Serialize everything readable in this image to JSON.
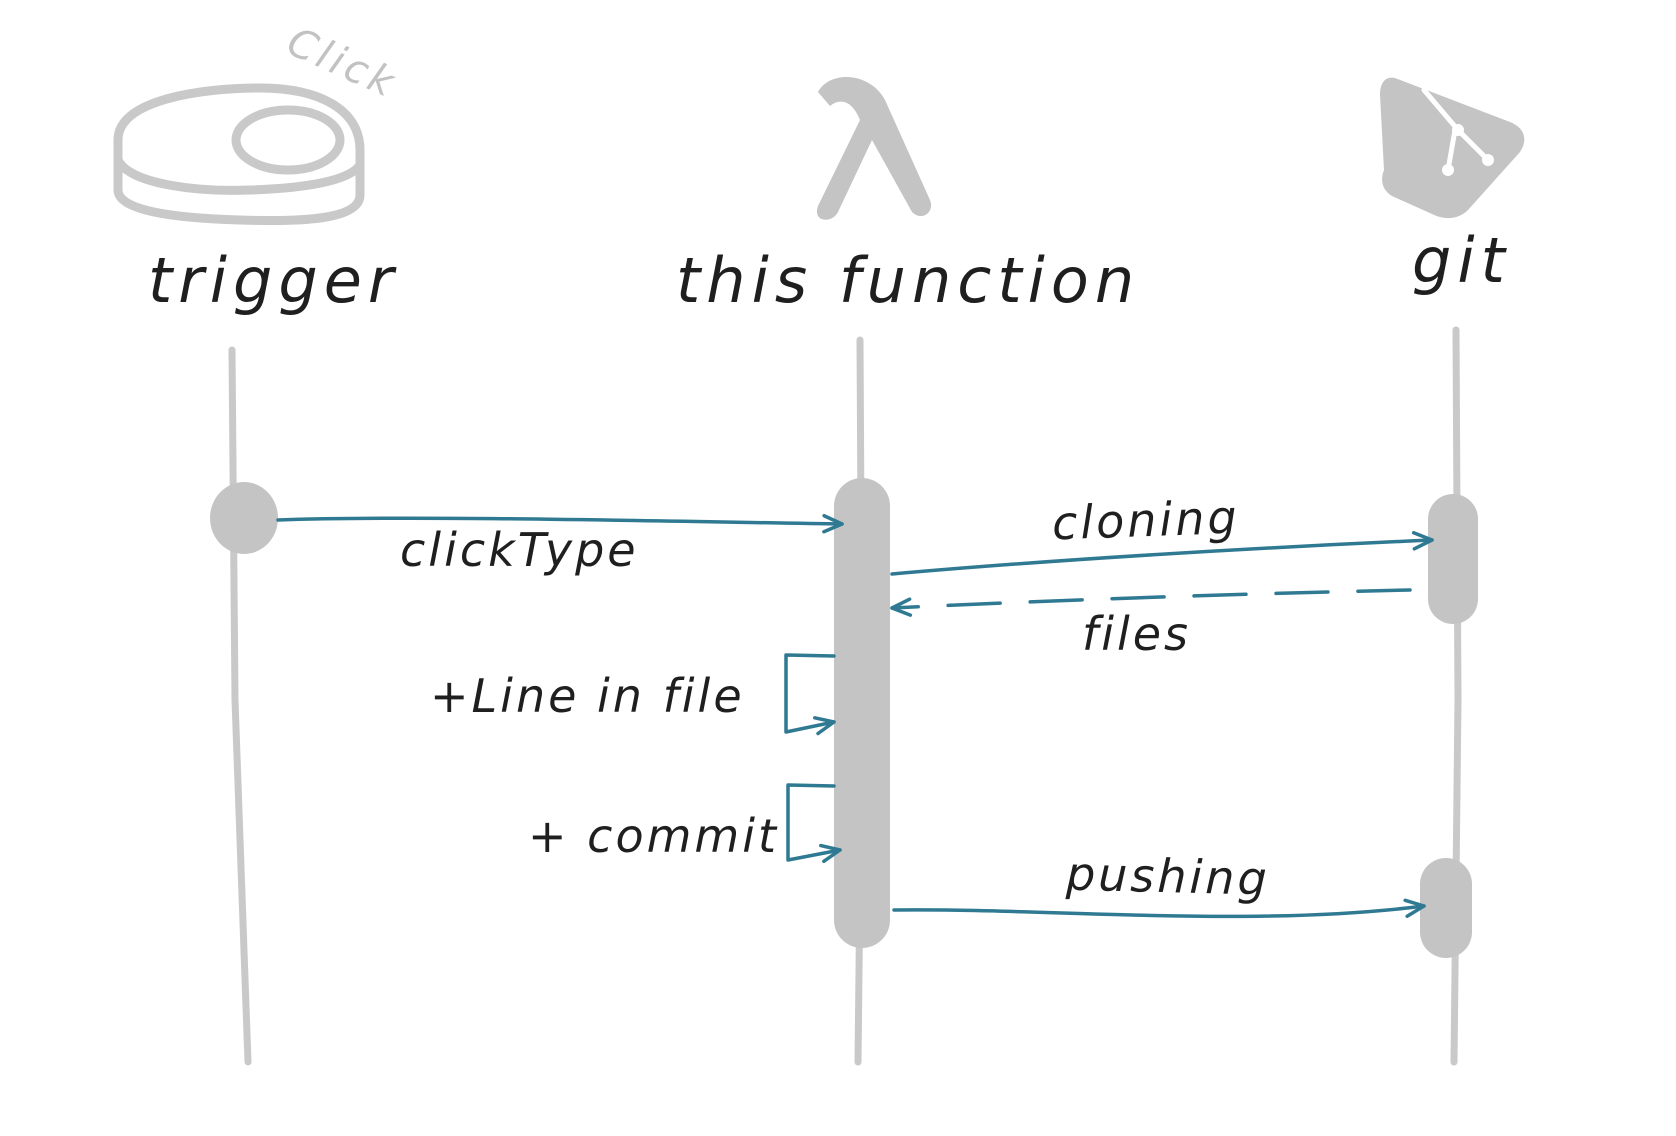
{
  "actors": {
    "trigger": {
      "label": "trigger",
      "icon": "button-icon",
      "icon_caption": "Click"
    },
    "function": {
      "label": "this function",
      "icon": "lambda-icon"
    },
    "git": {
      "label": "git",
      "icon": "git-icon"
    }
  },
  "messages": {
    "click_type": "clickType",
    "cloning": "cloning",
    "files": "files",
    "line_in_file": "+Line in file",
    "commit": "+ commit",
    "pushing": "pushing"
  },
  "colors": {
    "arrow": "#2f7a92",
    "lifeline": "#c9c9c9",
    "activation": "#c4c4c4",
    "text": "#1f1f1f"
  }
}
